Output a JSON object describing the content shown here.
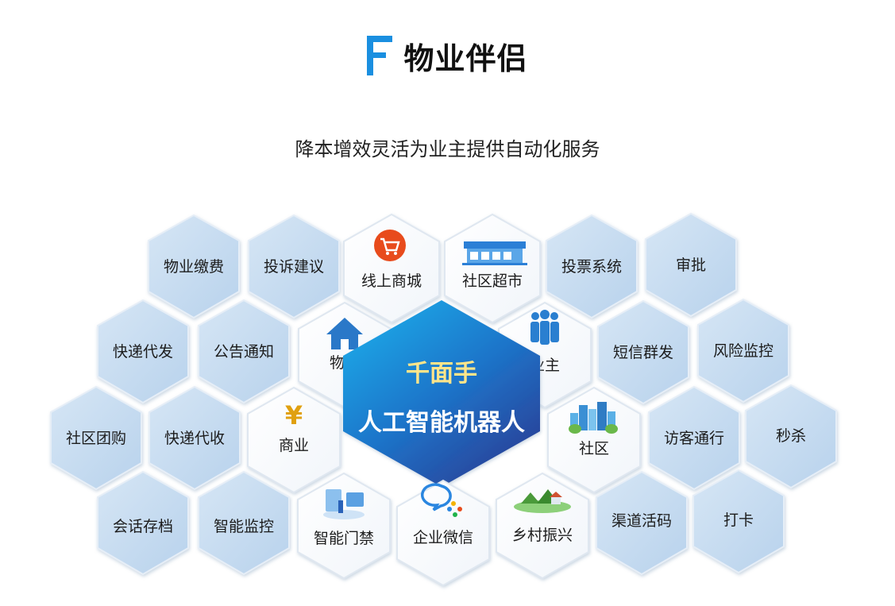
{
  "header": {
    "logo_icon": "f-logo-icon",
    "title": "物业伴侣",
    "subtitle": "降本增效灵活为业主提供自动化服务"
  },
  "center": {
    "line1": "千面手",
    "line2": "人工智能机器人"
  },
  "colors": {
    "accent": "#1a8fe0",
    "hex_fill": "#c6dcf0",
    "hex_white": "#ffffff",
    "center_top": "#22b0ec",
    "center_bottom": "#2a3f95"
  },
  "tiles": {
    "wuye_jiaofei": "物业缴费",
    "tousu_jianyi": "投诉建议",
    "xianshang_shangcheng": "线上商城",
    "shequ_chaoshi": "社区超市",
    "toupiao_xitong": "投票系统",
    "shenpi": "审批",
    "kuaidi_daifa": "快递代发",
    "gonggao_tongzhi": "公告通知",
    "wuye": "物业",
    "yezhu": "业主",
    "duanxin_qunfa": "短信群发",
    "fengxian_jiankong": "风险监控",
    "shequ_tuangou": "社区团购",
    "kuaidi_daishou": "快递代收",
    "shangye": "商业",
    "shequ": "社区",
    "fangke_tongxing": "访客通行",
    "miaosha": "秒杀",
    "huihua_cundang": "会话存档",
    "zhineng_jiankong": "智能监控",
    "zhineng_menjin": "智能门禁",
    "qiye_weixin": "企业微信",
    "xiangcun_zhenxing": "乡村振兴",
    "qudao_huoma": "渠道活码",
    "daka": "打卡"
  }
}
